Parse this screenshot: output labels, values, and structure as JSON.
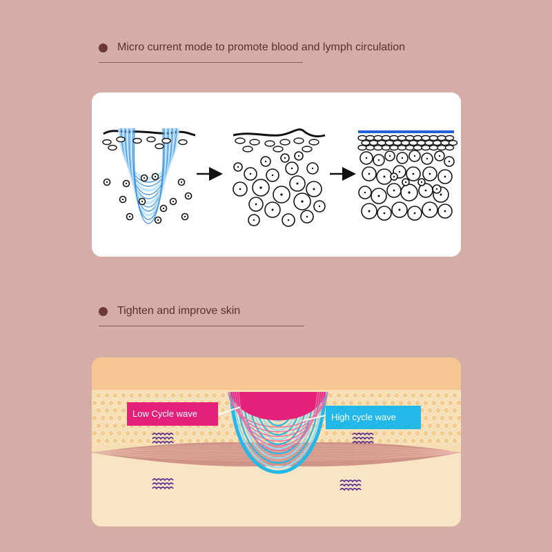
{
  "sections": [
    {
      "title": "Micro current mode to promote blood and lymph circulation"
    },
    {
      "title": "Tighten and improve skin"
    }
  ],
  "labels": {
    "low_cycle": "Low Cycle wave",
    "high_cycle": "High cycle wave"
  },
  "colors": {
    "background": "#d5ada6",
    "bullet": "#6b3a37",
    "low_cycle": "#e4207a",
    "high_cycle": "#22b8ea",
    "skin_line": "#1e63d6"
  }
}
